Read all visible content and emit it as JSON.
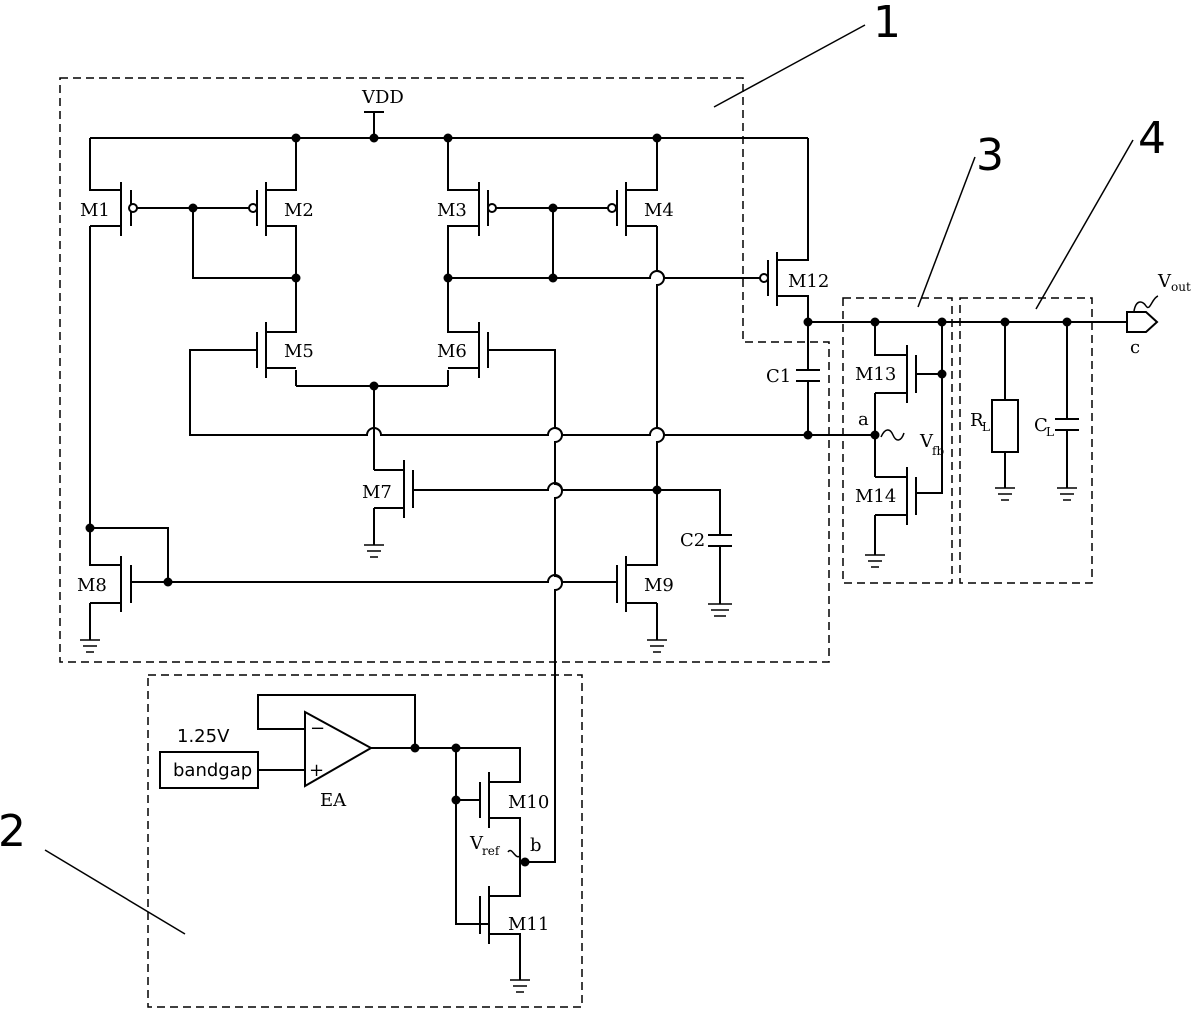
{
  "supply": "VDD",
  "transistors": {
    "M1": "M1",
    "M2": "M2",
    "M3": "M3",
    "M4": "M4",
    "M5": "M5",
    "M6": "M6",
    "M7": "M7",
    "M8": "M8",
    "M9": "M9",
    "M10": "M10",
    "M11": "M11",
    "M12": "M12",
    "M13": "M13",
    "M14": "M14"
  },
  "capacitors": {
    "C1": "C1",
    "C2": "C2",
    "CL_main": "C",
    "CL_sub": "L"
  },
  "resistor": {
    "main": "R",
    "sub": "L"
  },
  "nodes": {
    "a": "a",
    "b": "b",
    "c": "c"
  },
  "signals": {
    "vfb_main": "V",
    "vfb_sub": "fb",
    "vref_main": "V",
    "vref_sub": "ref",
    "vout_main": "V",
    "vout_sub": "out"
  },
  "reference": {
    "voltage": "1.25V",
    "block": "bandgap",
    "amp": "EA",
    "minus": "−",
    "plus": "+"
  },
  "region_labels": {
    "r1": "1",
    "r2": "2",
    "r3": "3",
    "r4": "4"
  }
}
